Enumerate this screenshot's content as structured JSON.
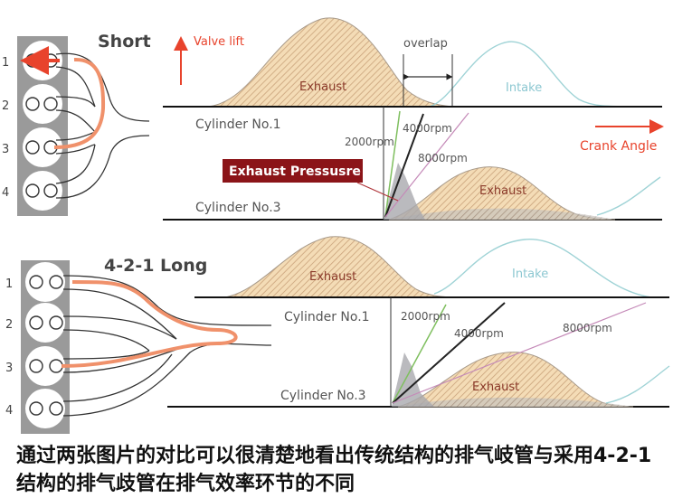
{
  "colors": {
    "accent_red": "#e8432c",
    "flow_orange": "#f0916b",
    "exhaust_fill": "#f2d3a6",
    "exhaust_hatch": "#c9a27a",
    "exhaust_text": "#8b3a2a",
    "intake_line": "#9fd3d6",
    "intake_text": "#8cc7d1",
    "pressure_box": "#8b1418",
    "rpm_2000": "#7fbf5f",
    "rpm_4000": "#222222",
    "rpm_8000": "#c58ab8",
    "head_gray": "#9a9a9a"
  },
  "top_panel": {
    "title": "Short",
    "cylinder_numbers": [
      "1",
      "2",
      "3",
      "4"
    ],
    "valve_lift_label": "Valve lift",
    "overlap_label": "overlap",
    "exhaust_label_1": "Exhaust",
    "intake_label_1": "Intake",
    "cylinder1_label": "Cylinder No.1",
    "cylinder3_label": "Cylinder No.3",
    "crank_angle_label": "Crank Angle",
    "exhaust_pressure_label": "Exhaust Pressusre",
    "rpm_labels": [
      "2000rpm",
      "4000rpm",
      "8000rpm"
    ],
    "exhaust_label_3": "Exhaust"
  },
  "bottom_panel": {
    "title": "4-2-1 Long",
    "cylinder_numbers": [
      "1",
      "2",
      "3",
      "4"
    ],
    "exhaust_label_1": "Exhaust",
    "intake_label_1": "Intake",
    "cylinder1_label": "Cylinder No.1",
    "cylinder3_label": "Cylinder No.3",
    "rpm_labels": [
      "2000rpm",
      "4000rpm",
      "8000rpm"
    ],
    "exhaust_label_3": "Exhaust"
  },
  "caption": "通过两张图片的对比可以很清楚地看出传统结构的排气岐管与采用4-2-1结构的排气歧管在排气效率环节的不同"
}
